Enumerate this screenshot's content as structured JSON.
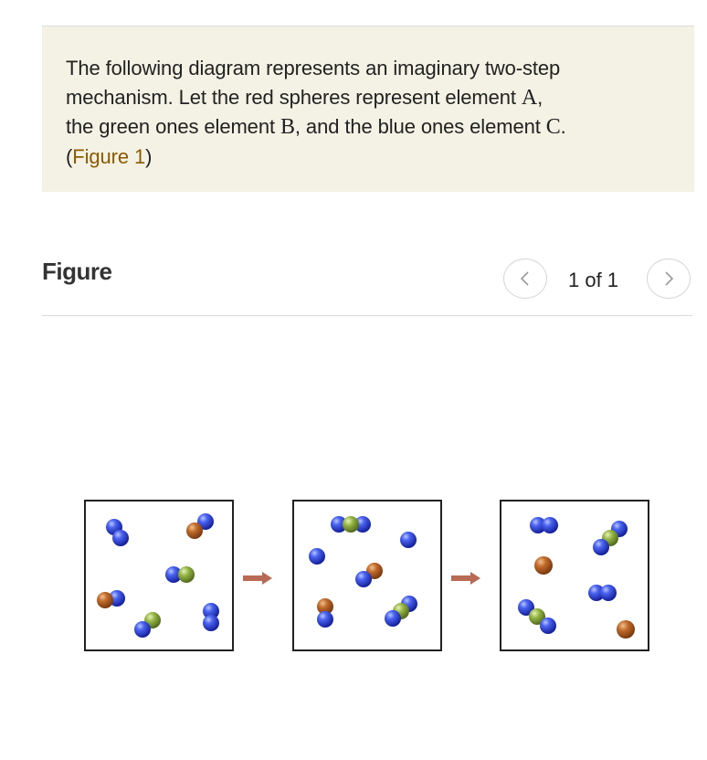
{
  "question": {
    "line1": "The following diagram represents an imaginary two-step",
    "line2_pre": "mechanism. Let the red spheres represent element ",
    "sym_a": "A",
    "line2_post": ",",
    "line3_pre": "the green ones element ",
    "sym_b": "B",
    "line3_mid": ", and the blue ones element ",
    "sym_c": "C",
    "line3_post": ".",
    "figure_link_open": "(",
    "figure_link": "Figure 1",
    "figure_link_close": ")"
  },
  "figure": {
    "heading": "Figure",
    "pager": "1 of 1",
    "prev_icon": "chevron-left-icon",
    "next_icon": "chevron-right-icon"
  },
  "colors": {
    "link": "#8a5a00",
    "question_bg": "#f4f2e5",
    "sphere_red": "#b8662a",
    "sphere_green": "#8fb040",
    "sphere_blue": "#2a45d6",
    "arrow": "#b86a55"
  }
}
